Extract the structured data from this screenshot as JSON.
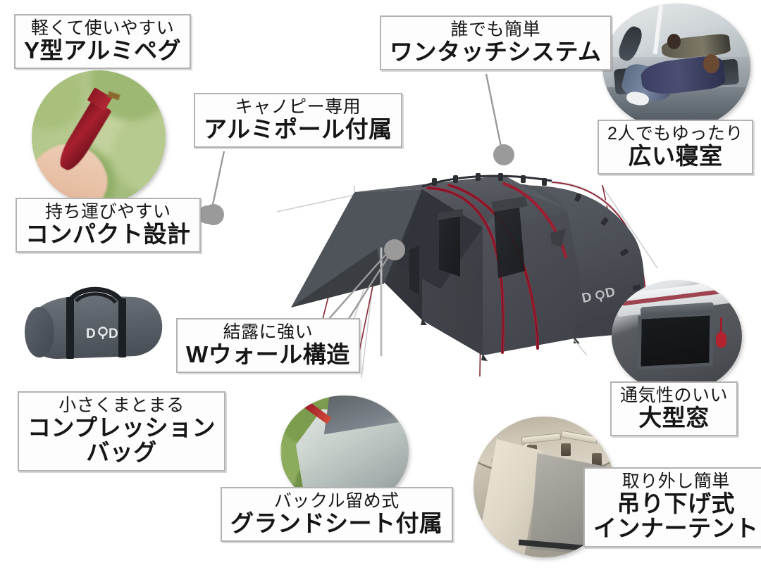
{
  "infographic": {
    "product_brand": "DOD",
    "product_type": "one-touch tent with canopy",
    "palette": {
      "tent_body": "#4a4e53",
      "tent_shade": "#3a3d42",
      "pole_red": "#9d1f33",
      "label_border": "#b3b3b3",
      "label_bg": "#fdfdfd",
      "text": "#161616",
      "leader_gray": "#9a9a9a"
    }
  },
  "callouts": [
    {
      "id": "y-peg",
      "sub": "軽くて使いやすい",
      "main": "Y型アルミペグ",
      "position": "top-left",
      "photo": "red-y-shaped-aluminum-peg-held-in-hand-over-grass"
    },
    {
      "id": "canopy-pole",
      "sub": "キャノピー専用",
      "main": "アルミポール付属",
      "position": "upper-left-center",
      "photo": null
    },
    {
      "id": "one-touch",
      "sub": "誰でも簡単",
      "main": "ワンタッチシステム",
      "position": "top-center",
      "photo": null
    },
    {
      "id": "bedroom",
      "sub": "2人でもゆったり",
      "main": "広い寝室",
      "position": "top-right",
      "photo": "two-people-lying-inside-spacious-tent-bedroom"
    },
    {
      "id": "compact",
      "sub": "持ち運びやすい",
      "main": "コンパクト設計",
      "position": "mid-left",
      "photo": "grey-dod-duffel-carry-bag"
    },
    {
      "id": "double-wall",
      "sub": "結露に強い",
      "main": "Wウォール構造",
      "position": "center-left",
      "photo": null
    },
    {
      "id": "compression-bag",
      "sub": "小さくまとまる",
      "main": "コンプレッション",
      "main2": "バッグ",
      "position": "lower-left",
      "photo": null
    },
    {
      "id": "ground-sheet",
      "sub": "バックル留め式",
      "main": "グランドシート付属",
      "position": "bottom-center",
      "photo": "translucent-ground-sheet-on-grass-with-red-peg"
    },
    {
      "id": "inner-tent",
      "sub": "取り外し簡単",
      "main": "吊り下げ式",
      "main2": "インナーテント",
      "position": "bottom-right",
      "photo": "beige-hanging-inner-tent-interior"
    },
    {
      "id": "large-window",
      "sub": "通気性のいい",
      "main": "大型窓",
      "position": "mid-right",
      "photo": "large-dark-mesh-window-with-red-zipper-pull"
    }
  ],
  "bag": {
    "logo": "DOD"
  },
  "tent": {
    "logo": "DOD"
  }
}
